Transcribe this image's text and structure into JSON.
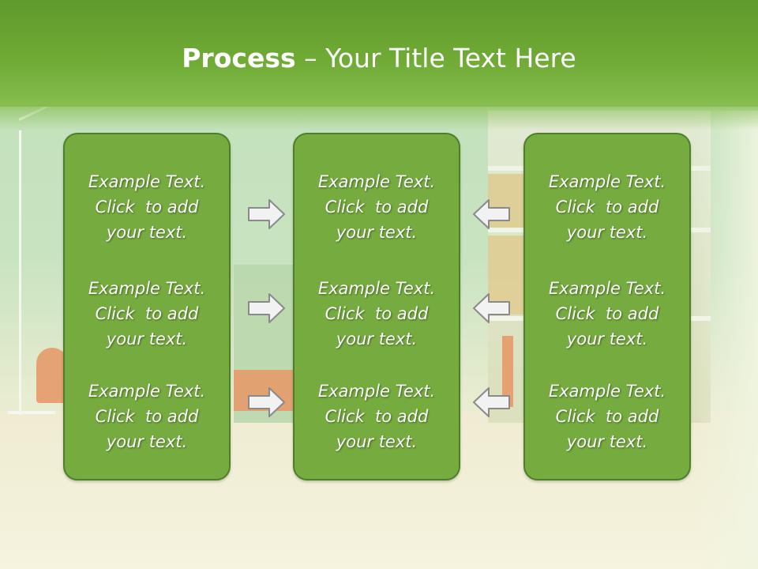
{
  "title": {
    "bold": "Process",
    "rest": " – Your Title Text Here"
  },
  "columns": [
    {
      "items": [
        [
          "Example Text.",
          "Click  to add",
          "your text."
        ],
        [
          "Example Text.",
          "Click  to add",
          "your text."
        ],
        [
          "Example Text.",
          "Click  to add",
          "your text."
        ]
      ]
    },
    {
      "items": [
        [
          "Example Text.",
          "Click  to add",
          "your text."
        ],
        [
          "Example Text.",
          "Click  to add",
          "your text."
        ],
        [
          "Example Text.",
          "Click  to add",
          "your text."
        ]
      ]
    },
    {
      "items": [
        [
          "Example Text.",
          "Click  to add",
          "your text."
        ],
        [
          "Example Text.",
          "Click  to add",
          "your text."
        ],
        [
          "Example Text.",
          "Click  to add",
          "your text."
        ]
      ]
    }
  ],
  "arrows": {
    "left_group": "right-arrow-icon",
    "right_group": "left-arrow-icon"
  },
  "colors": {
    "title_band": "#6faa34",
    "box_fill": "#76ac3f",
    "box_border": "#4e7f28",
    "arrow_fill": "#f2f2f2",
    "arrow_stroke": "#8a8a8a"
  }
}
